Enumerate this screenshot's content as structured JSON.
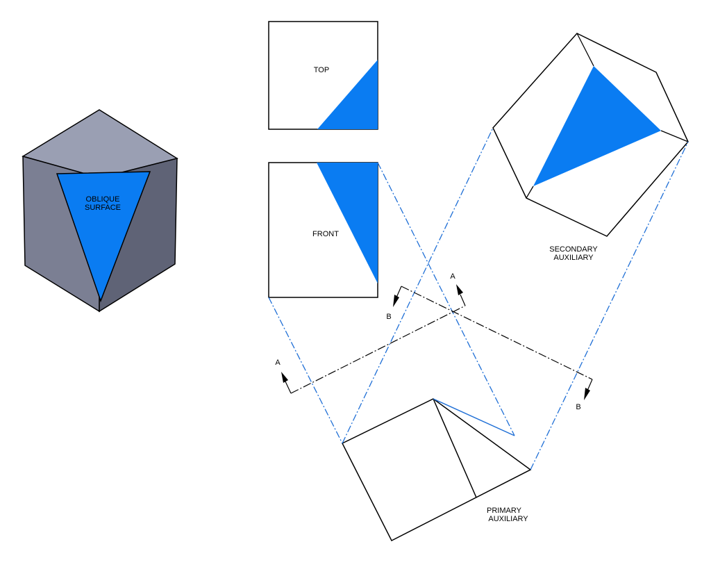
{
  "labels": {
    "oblique_line1": "OBLIQUE",
    "oblique_line2": "SURFACE",
    "top": "TOP",
    "front": "FRONT",
    "secondary_line1": "SECONDARY",
    "secondary_line2": "AUXILIARY",
    "primary_line1": "PRIMARY",
    "primary_line2": "AUXILIARY",
    "section_a": "A",
    "section_b": "B"
  },
  "colors": {
    "surface_blue": "#0a7cf2",
    "cube_top": "#9a9fb3",
    "cube_left": "#7b7f93",
    "cube_right": "#5f6376",
    "projection_blue": "#1f6fd6",
    "line_black": "#000000"
  }
}
